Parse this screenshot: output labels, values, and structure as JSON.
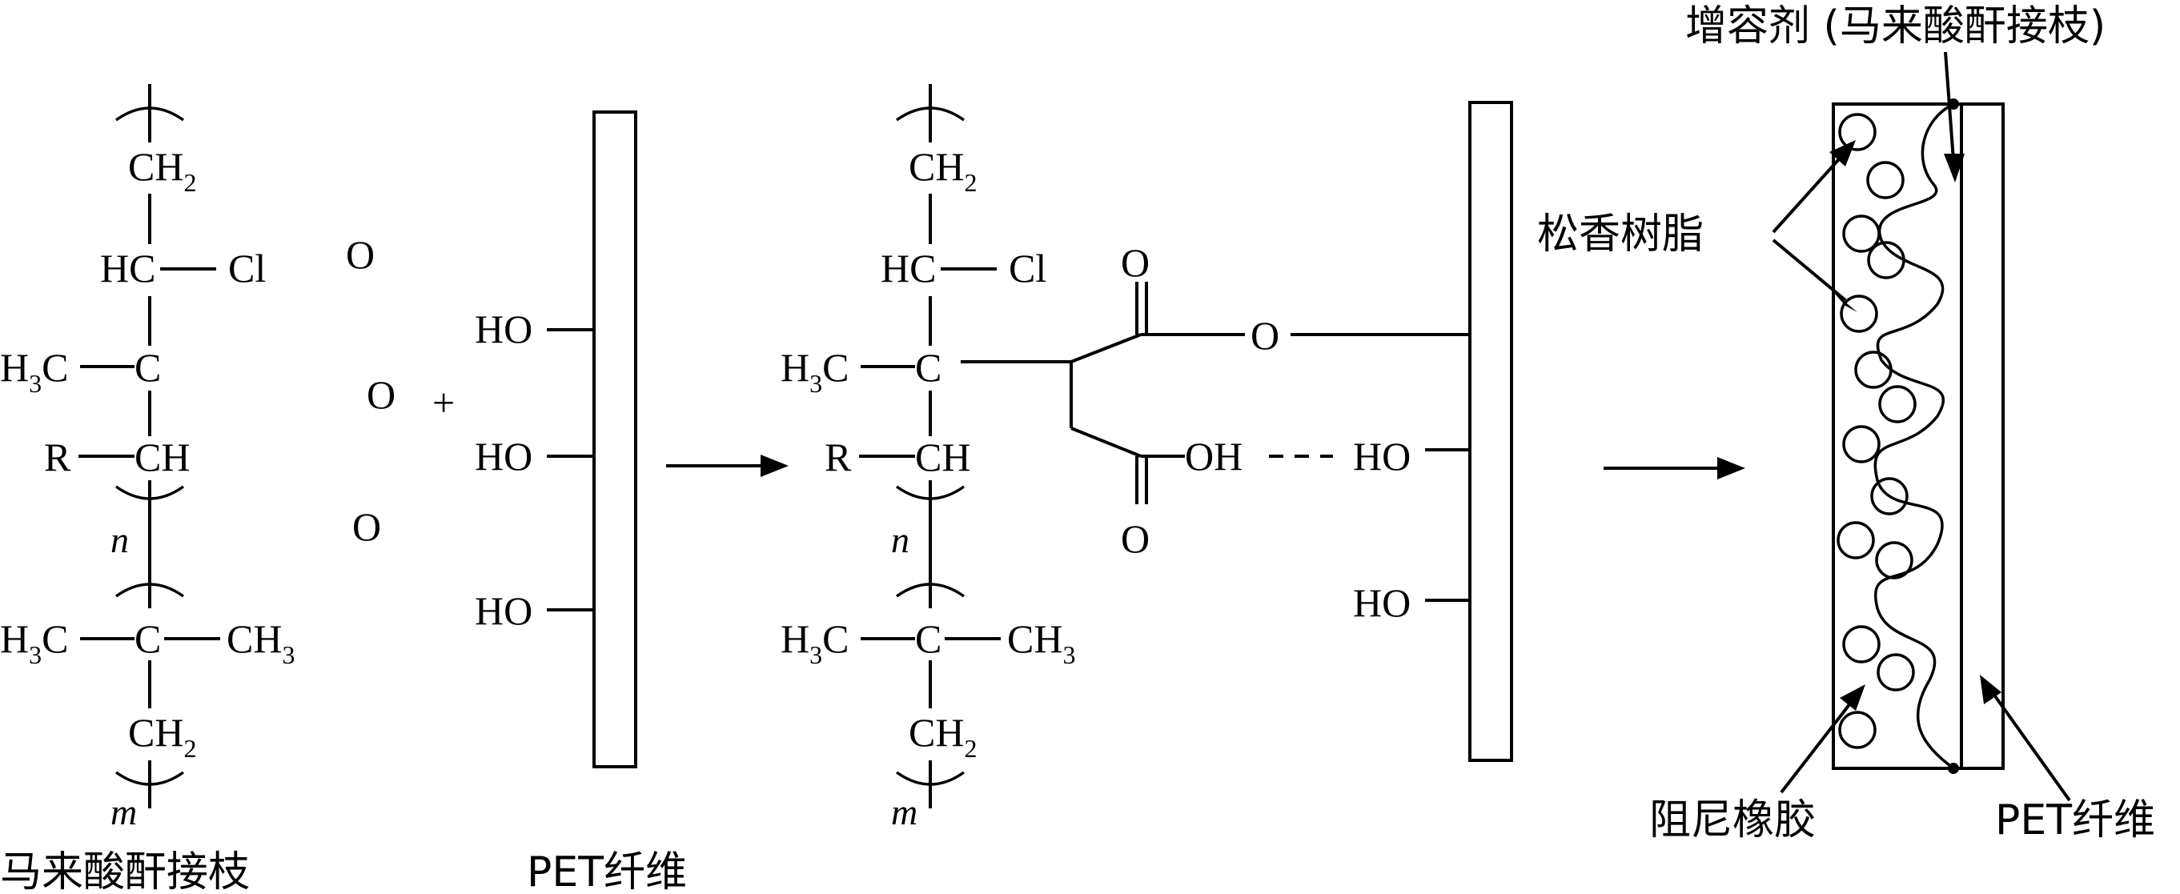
{
  "left_molecule": {
    "top_n": "n",
    "bottom_m": "m",
    "ch2_top": "CH",
    "ch2_top_sub": "2",
    "hc": "HC",
    "cl": "Cl",
    "h3c_mid": "H",
    "h3c_mid_sub": "3",
    "h3c_mid_c": "C",
    "c_mid": "C",
    "r": "R",
    "ch": "CH",
    "h3c_bot": "H",
    "h3c_bot_sub": "3",
    "h3c_bot_c": "C",
    "c_bot": "C",
    "ch3": "CH",
    "ch3_sub": "3",
    "ch2_bot": "CH",
    "ch2_bot_sub": "2",
    "caption": "马来酸酐接枝"
  },
  "anhydride": {
    "o1": "O",
    "o2": "O",
    "o3": "O"
  },
  "plus": "+",
  "pet_left": {
    "ho": [
      "HO",
      "HO",
      "HO"
    ],
    "caption": "PET纤维"
  },
  "product": {
    "o_top": "O",
    "o_link": "O",
    "oh": "OH",
    "o_bot": "O",
    "ho_dash": "HO",
    "ho_low": "HO"
  },
  "right_diagram": {
    "compatibilizer_label": "增容剂 (马来酸酐接枝)",
    "rosin_label": "松香树脂",
    "damping_label": "阻尼橡胶",
    "pet_label": "PET纤维"
  }
}
